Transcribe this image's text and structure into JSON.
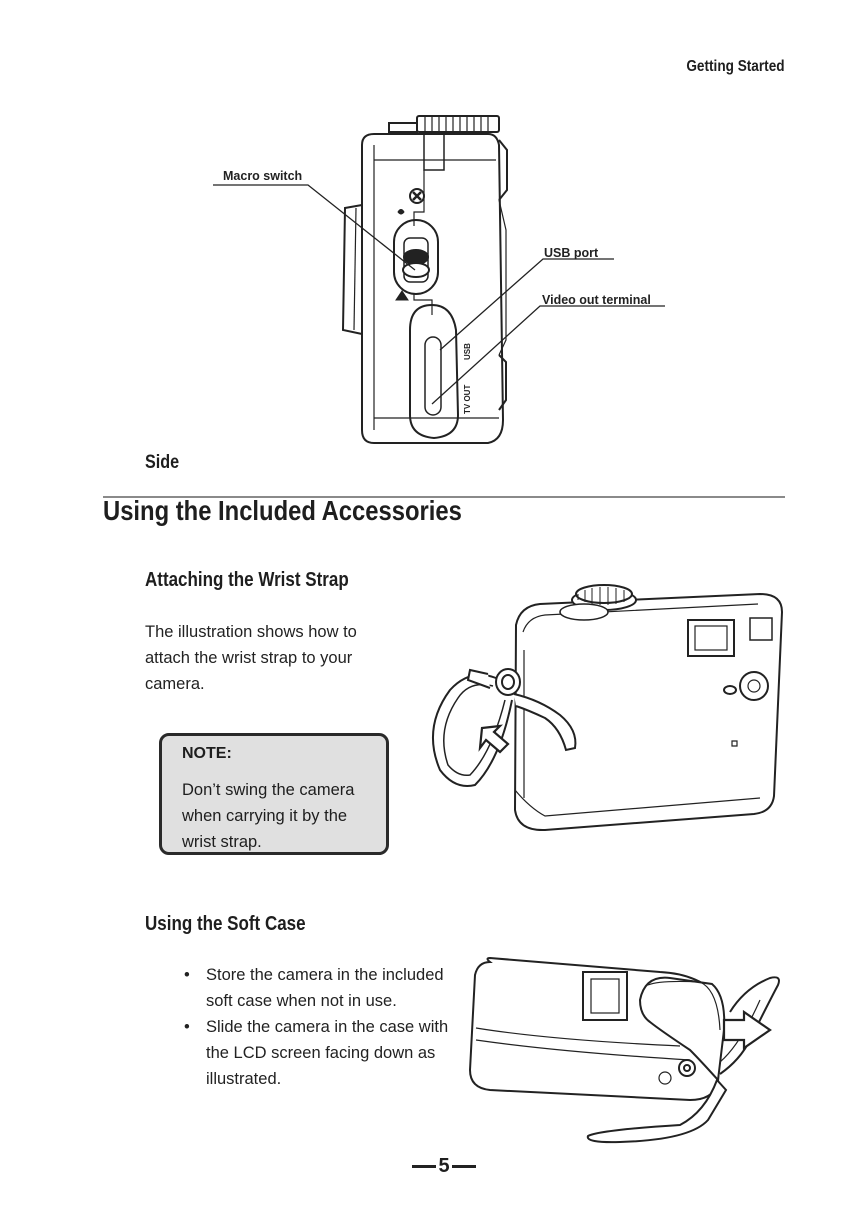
{
  "header": {
    "section": "Getting Started"
  },
  "figure_side": {
    "caption": "Side",
    "callouts": {
      "macro": "Macro switch",
      "usb": "USB port",
      "video": "Video out terminal"
    },
    "body_labels": {
      "usb": "USB",
      "tv_out": "TV OUT"
    }
  },
  "section": {
    "title": "Using the Included Accessories"
  },
  "wrist_strap": {
    "title": "Attaching the Wrist Strap",
    "lines": [
      "The illustration shows how to",
      "attach the wrist strap to your",
      "camera."
    ],
    "note": {
      "label": "NOTE:",
      "lines": [
        "Don’t swing the camera",
        "when carrying it by the",
        "wrist strap."
      ]
    }
  },
  "soft_case": {
    "title": "Using the Soft Case",
    "bullets": [
      {
        "bullet": "•",
        "lines": [
          "Store the camera in the included",
          "soft case when not in use."
        ]
      },
      {
        "bullet": "•",
        "lines": [
          "Slide the camera in the case with",
          "the LCD screen facing down as",
          "illustrated."
        ]
      }
    ]
  },
  "footer": {
    "page_number": "5"
  }
}
